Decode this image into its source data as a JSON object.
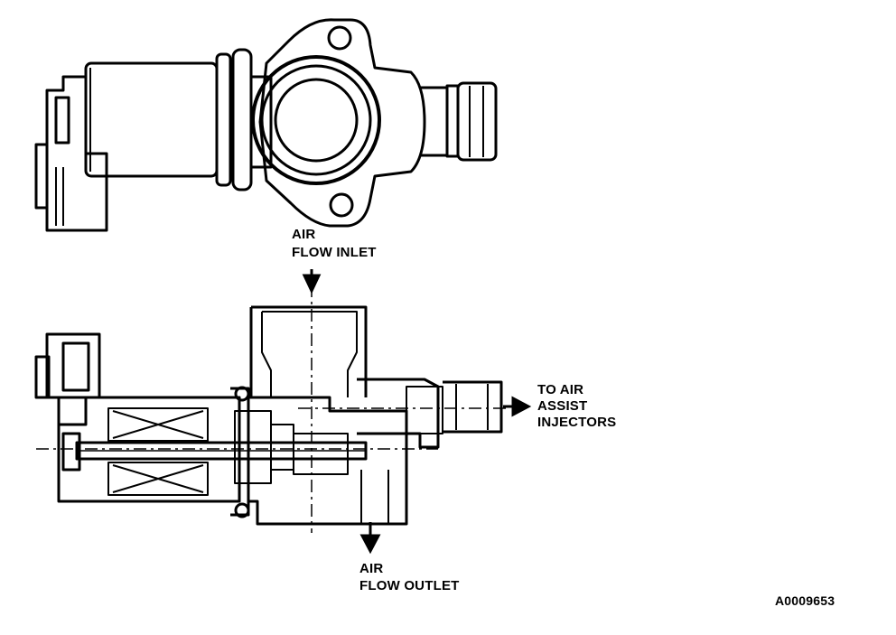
{
  "labels": {
    "inlet_line1": "AIR",
    "inlet_line2": "FLOW INLET",
    "assist_line1": "TO AIR",
    "assist_line2": "ASSIST",
    "assist_line3": "INJECTORS",
    "outlet_line1": "AIR",
    "outlet_line2": "FLOW OUTLET",
    "figure_code": "A0009653"
  }
}
